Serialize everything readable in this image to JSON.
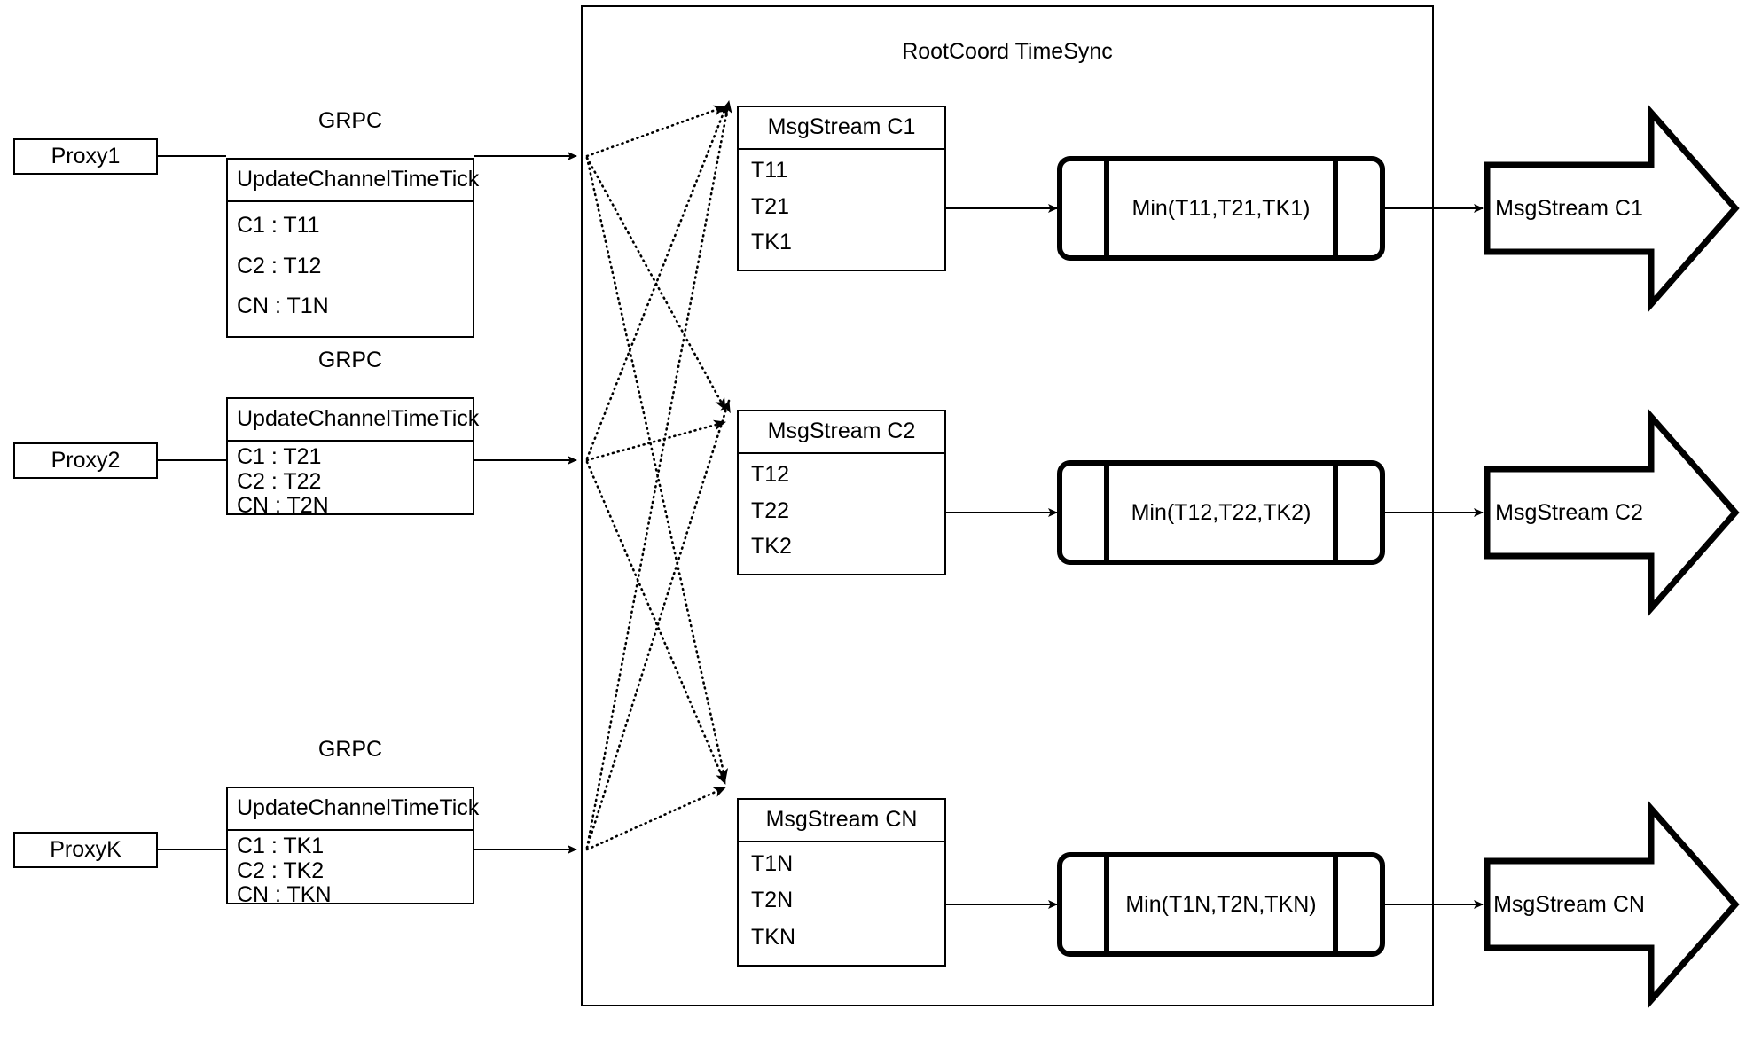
{
  "diagram": {
    "title": "RootCoord TimeSync",
    "rows": [
      {
        "proxy_label": "Proxy1",
        "grpc_label": "GRPC",
        "request": {
          "header": "UpdateChannelTimeTick",
          "entries": [
            "C1 :  T11",
            "C2 :  T12",
            "CN : T1N"
          ]
        },
        "msgstream": {
          "header": "MsgStream C1",
          "entries": [
            "T11",
            "T21",
            "TK1"
          ]
        },
        "min_label": "Min(T11,T21,TK1)",
        "output_label": "MsgStream C1"
      },
      {
        "proxy_label": "Proxy2",
        "grpc_label": "GRPC",
        "request": {
          "header": "UpdateChannelTimeTick",
          "entries": [
            "C1 :  T21",
            "C2 :  T22",
            "CN : T2N"
          ]
        },
        "msgstream": {
          "header": "MsgStream C2",
          "entries": [
            "T12",
            "T22",
            "TK2"
          ]
        },
        "min_label": "Min(T12,T22,TK2)",
        "output_label": "MsgStream C2"
      },
      {
        "proxy_label": "ProxyK",
        "grpc_label": "GRPC",
        "request": {
          "header": "UpdateChannelTimeTick",
          "entries": [
            "C1 :  TK1",
            "C2 :  TK2",
            "CN : TKN"
          ]
        },
        "msgstream": {
          "header": "MsgStream CN",
          "entries": [
            "T1N",
            "T2N",
            "TKN"
          ]
        },
        "min_label": "Min(T1N,T2N,TKN)",
        "output_label": "MsgStream CN"
      }
    ],
    "colors": {
      "stroke": "#000000",
      "background": "#ffffff"
    }
  }
}
